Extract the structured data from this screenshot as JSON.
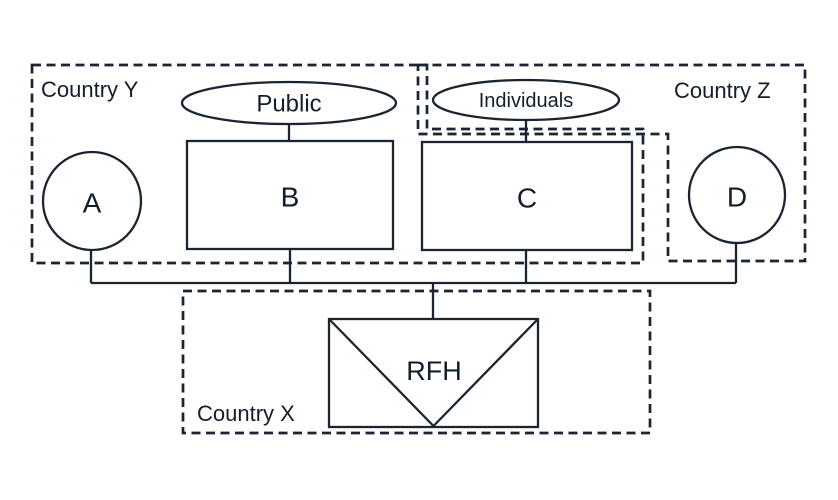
{
  "diagram": {
    "background": "#ffffff",
    "stroke_color": "#1a2531",
    "text_color": "#141e2a",
    "regions": [
      {
        "id": "country-y",
        "label": "Country Y",
        "contains": [
          "A",
          "B",
          "C",
          "Public"
        ]
      },
      {
        "id": "country-z",
        "label": "Country Z",
        "contains": [
          "Individuals",
          "D"
        ]
      },
      {
        "id": "country-x",
        "label": "Country X",
        "contains": [
          "RFH"
        ]
      }
    ],
    "nodes": [
      {
        "id": "A",
        "shape": "circle",
        "label": "A"
      },
      {
        "id": "B",
        "shape": "rectangle",
        "label": "B"
      },
      {
        "id": "C",
        "shape": "rectangle",
        "label": "C"
      },
      {
        "id": "D",
        "shape": "circle",
        "label": "D"
      },
      {
        "id": "public",
        "shape": "ellipse",
        "label": "Public"
      },
      {
        "id": "individuals",
        "shape": "ellipse",
        "label": "Individuals"
      },
      {
        "id": "rfh",
        "shape": "envelope",
        "label": "RFH"
      }
    ],
    "edges": [
      {
        "from": "Public",
        "to": "B"
      },
      {
        "from": "Individuals",
        "to": "C"
      },
      {
        "from": "A",
        "to": "RFH"
      },
      {
        "from": "B",
        "to": "RFH"
      },
      {
        "from": "C",
        "to": "RFH"
      },
      {
        "from": "D",
        "to": "RFH"
      }
    ]
  }
}
